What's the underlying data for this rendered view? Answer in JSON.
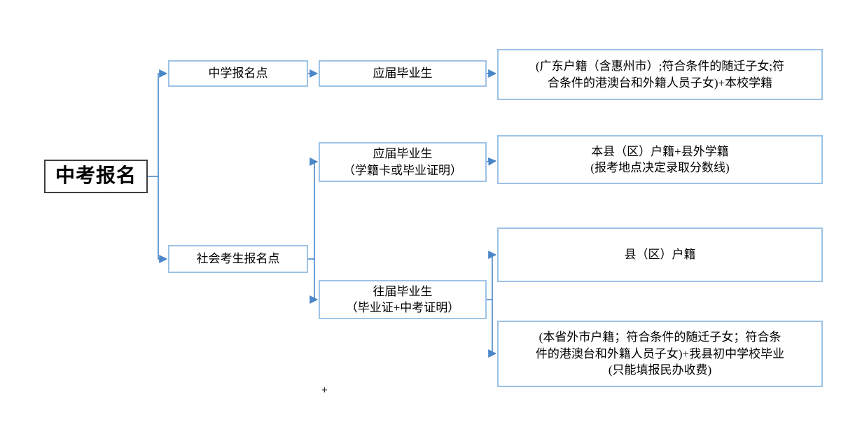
{
  "colors": {
    "box_border": "#9dc3e6",
    "connector": "#4a86c8",
    "root_border": "#3f3f3f",
    "text": "#000000",
    "background": "#ffffff"
  },
  "flowchart": {
    "root": "中考报名",
    "school_point": "中学报名点",
    "social_point": "社会考生报名点",
    "fresh_grad": "应届毕业生",
    "fresh_grad_cert": "应届毕业生\n（学籍卡或毕业证明）",
    "past_grad": "往届毕业生\n（毕业证+中考证明）",
    "result_guangdong": "(广东户籍（含惠州市）;符合条件的随迁子女;符\n合条件的港澳台和外籍人员子女)+本校学籍",
    "result_county_mixed": "本县（区）户籍+县外学籍\n(报考地点决定录取分数线)",
    "result_county_hukou": "县（区）户籍",
    "result_province_other": "(本省外市户籍；符合条件的随迁子女；符合条\n件的港澳台和外籍人员子女)+我县初中学校毕业\n(只能填报民办收费)",
    "cursor_mark": "+"
  }
}
